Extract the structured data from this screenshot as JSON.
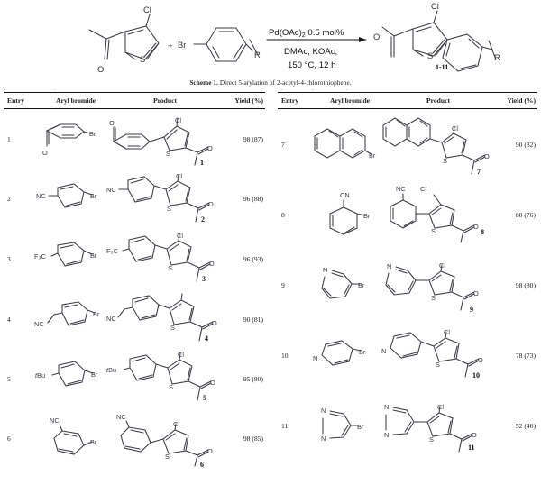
{
  "scheme": {
    "id": "Scheme 1.",
    "caption_text": "Direct 5-arylation of 2-acetyl-4-chlorothiophene.",
    "plus_sign": "+",
    "reagent_line1": "Pd(OAc)",
    "reagent_line1_sub": "2",
    "reagent_line1_rest": "0.5 mol%",
    "reagent_line2": "DMAc, KOAc,",
    "reagent_line3": "150 °C, 12 h",
    "substrate_labels": {
      "cl": "Cl",
      "s": "S",
      "o": "O"
    },
    "bromide_labels": {
      "br": "Br",
      "r": "R"
    },
    "product_labels": {
      "cl": "Cl",
      "s": "S",
      "o": "O",
      "r": "R",
      "range": "1-11"
    }
  },
  "table": {
    "headers": [
      "Entry",
      "Aryl bromide",
      "Product",
      "Yield (%)"
    ],
    "rows_left": [
      {
        "entry": "1",
        "aryl": "4-bromoacetophenone",
        "aryl_sub": "O",
        "aryl_pos": "para",
        "product_no": "1",
        "yield": "98 (87)"
      },
      {
        "entry": "2",
        "aryl": "4-bromobenzonitrile",
        "aryl_sub": "NC",
        "aryl_pos": "para",
        "product_no": "2",
        "yield": "96 (88)"
      },
      {
        "entry": "3",
        "aryl": "4-bromobenzotrifluoride",
        "aryl_sub": "F3C",
        "aryl_pos": "para",
        "product_no": "3",
        "yield": "96 (93)"
      },
      {
        "entry": "4",
        "aryl": "4-bromophenylacetonitrile",
        "aryl_sub": "NC",
        "aryl_pos": "para",
        "product_no": "4",
        "yield": "90 (81)"
      },
      {
        "entry": "5",
        "aryl": "4-bromo-tert-butylbenzene",
        "aryl_sub": "tBu",
        "aryl_pos": "para",
        "product_no": "5",
        "yield": "95 (80)"
      },
      {
        "entry": "6",
        "aryl": "3-bromobenzonitrile",
        "aryl_sub": "NC",
        "aryl_pos": "meta",
        "product_no": "6",
        "yield": "98 (85)"
      }
    ],
    "rows_right": [
      {
        "entry": "7",
        "aryl": "2-bromonaphthalene",
        "aryl_sub": "",
        "aryl_pos": "naphthalene",
        "product_no": "7",
        "yield": "90 (82)"
      },
      {
        "entry": "8",
        "aryl": "2-bromobenzonitrile",
        "aryl_sub": "CN",
        "aryl_pos": "ortho",
        "product_no": "8",
        "yield": "80 (76)"
      },
      {
        "entry": "9",
        "aryl": "3-bromopyridine",
        "aryl_sub": "N",
        "aryl_pos": "pyridin-3",
        "product_no": "9",
        "yield": "98 (80)"
      },
      {
        "entry": "10",
        "aryl": "4-bromopyridine",
        "aryl_sub": "N",
        "aryl_pos": "pyridin-4",
        "product_no": "10",
        "yield": "78 (73)"
      },
      {
        "entry": "11",
        "aryl": "5-bromopyrimidine",
        "aryl_sub": "N",
        "aryl_pos": "pyrimidin-5",
        "product_no": "11",
        "yield": "52 (46)"
      }
    ],
    "atom_labels": {
      "br": "Br",
      "cl": "Cl",
      "s": "S",
      "o": "O",
      "n": "N",
      "nc": "NC",
      "cn": "CN",
      "f3c": "F₃C",
      "tbu_italic": "t",
      "tbu_rest": "Bu"
    }
  },
  "colors": {
    "bond": "#3a3a44",
    "text": "#111111",
    "rule": "#111111",
    "background": "#ffffff"
  }
}
